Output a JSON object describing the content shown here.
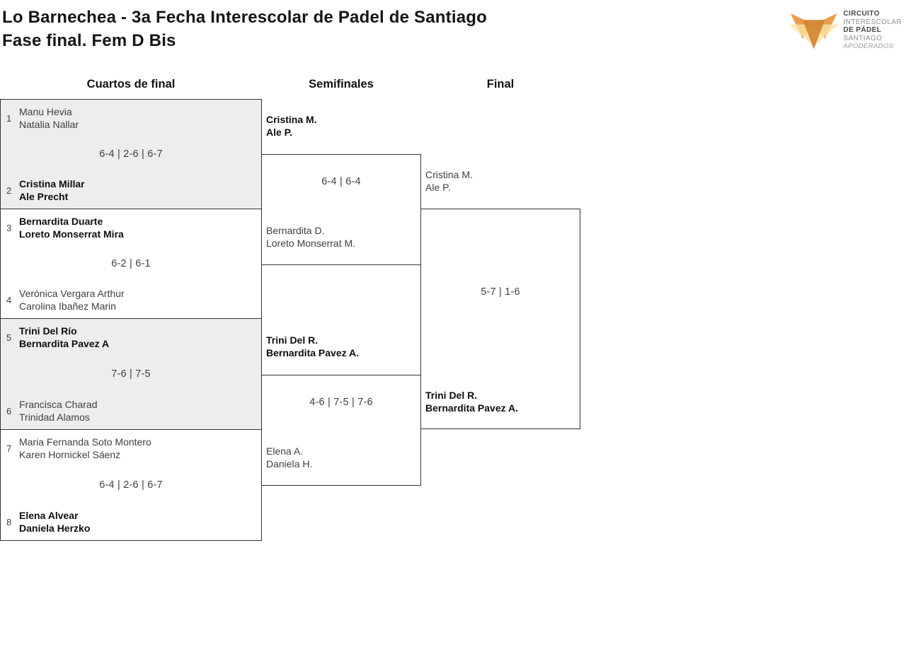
{
  "header": {
    "title_line1": "Lo Barnechea - 3a Fecha Interescolar de Padel de Santiago",
    "title_line2": "Fase final. Fem D Bis"
  },
  "logo": {
    "icon": "fox-triangles-icon",
    "line1": "CIRCUITO",
    "line2": "INTERESCOLAR",
    "line3": "DE PÁDEL",
    "line4": "SANTIAGO",
    "line5": "APODERADOS",
    "colors": {
      "orange": "#E8953F",
      "pale_yellow": "#FBE3A1",
      "dark_orange": "#D2832F"
    }
  },
  "bracket": {
    "round_headers": [
      "Cuartos de final",
      "Semifinales",
      "Final"
    ],
    "quarterfinals": [
      {
        "seed_top": "1",
        "team_top": [
          "Manu Hevia",
          "Natalia Nallar"
        ],
        "score": "6-4 | 2-6 | 6-7",
        "seed_bottom": "2",
        "team_bottom": [
          "Cristina Millar",
          "Ale Precht"
        ],
        "winner": "bottom"
      },
      {
        "seed_top": "3",
        "team_top": [
          "Bernardita Duarte",
          "Loreto Monserrat Mira"
        ],
        "score": "6-2 | 6-1",
        "seed_bottom": "4",
        "team_bottom": [
          "Verónica Vergara Arthur",
          "Carolina Ibañez Marin"
        ],
        "winner": "top"
      },
      {
        "seed_top": "5",
        "team_top": [
          "Trini Del Río",
          "Bernardita Pavez A"
        ],
        "score": "7-6 | 7-5",
        "seed_bottom": "6",
        "team_bottom": [
          "Francisca Charad",
          "Trinidad Alamos"
        ],
        "winner": "top"
      },
      {
        "seed_top": "7",
        "team_top": [
          "Maria Fernanda Soto Montero",
          "Karen Hornickel Sáenz"
        ],
        "score": "6-4 | 2-6 | 6-7",
        "seed_bottom": "8",
        "team_bottom": [
          "Elena Alvear",
          "Daniela Herzko"
        ],
        "winner": "bottom"
      }
    ],
    "semifinals": [
      {
        "team_top": [
          "Cristina M.",
          "Ale P."
        ],
        "score": "6-4 | 6-4",
        "team_bottom": [
          "Bernardita D.",
          "Loreto Monserrat M."
        ],
        "winner": "top"
      },
      {
        "team_top": [
          "Trini Del R.",
          "Bernardita Pavez A."
        ],
        "score": "4-6 | 7-5 | 7-6",
        "team_bottom": [
          "Elena A.",
          "Daniela H."
        ],
        "winner": "top"
      }
    ],
    "final": {
      "team_top": [
        "Cristina M.",
        "Ale P."
      ],
      "score": "5-7 | 1-6",
      "team_bottom": [
        "Trini Del R.",
        "Bernardita Pavez A."
      ],
      "winner": "bottom"
    }
  },
  "colors": {
    "match_alt_bg": "#EDEDED",
    "border": "#333333",
    "text_regular": "#3F3F3F",
    "text_winner": "#0E0E0E"
  }
}
